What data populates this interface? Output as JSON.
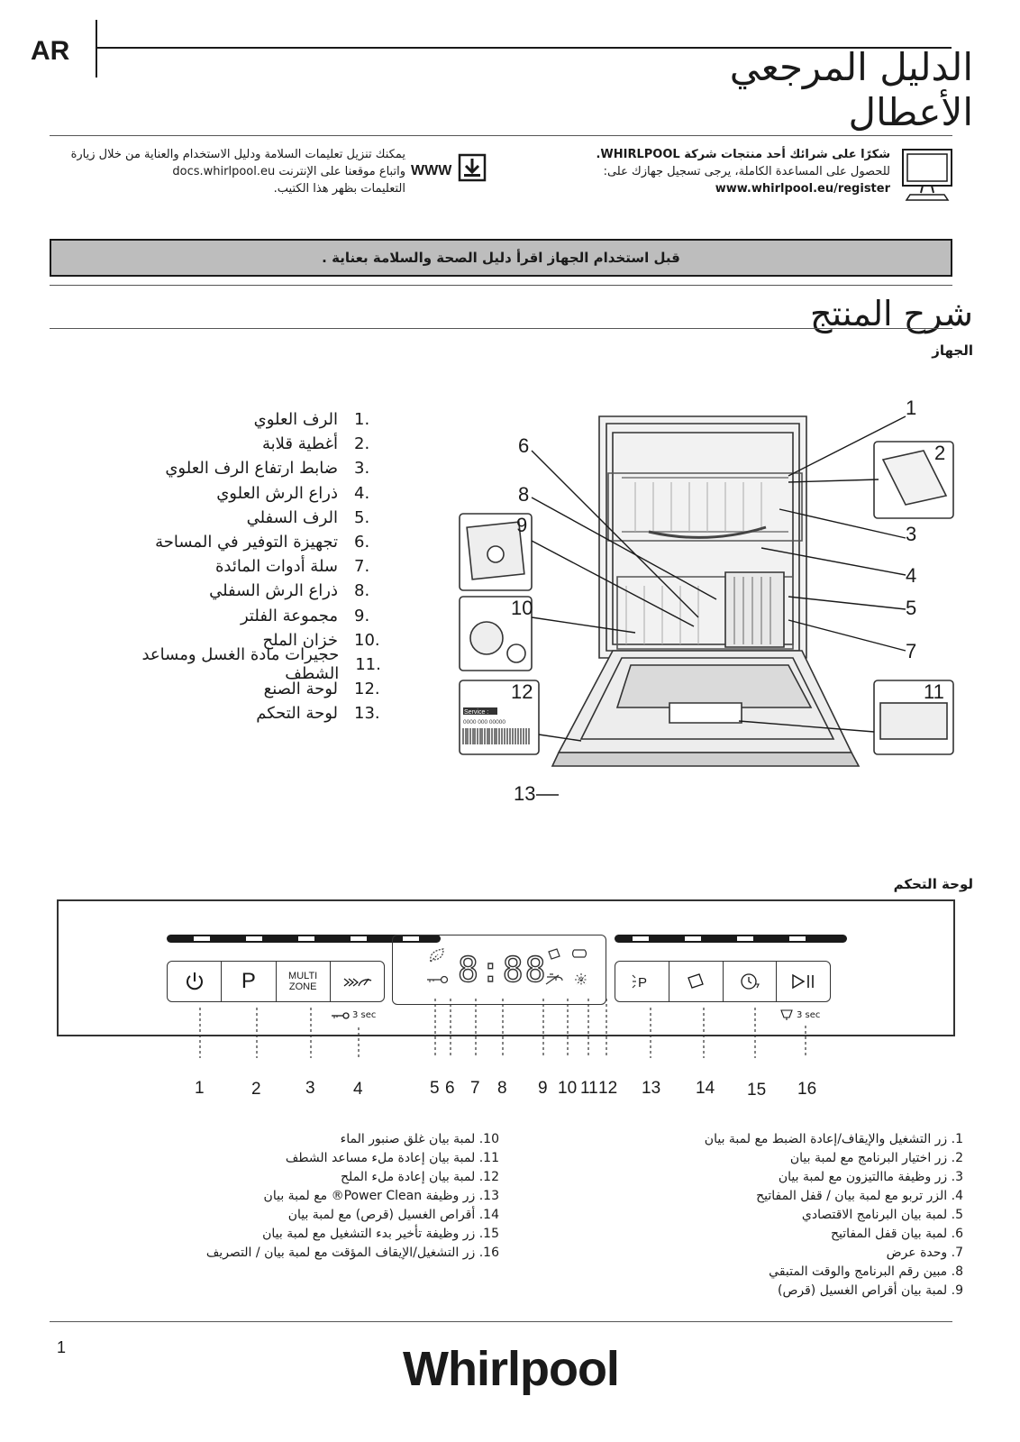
{
  "header": {
    "lang": "AR",
    "title_line1": "الدليل المرجعي",
    "title_line2": "الأعطال"
  },
  "info": {
    "left_line1": "يمكنك تنزيل تعليمات السلامة ودليل الاستخدام والعناية من خلال زيارة",
    "left_line2": "docs.whirlpool.eu واتباع موقعنا على الإنترنت",
    "left_line3": "التعليمات بظهر هذا الكتيب.",
    "www_label": "WWW",
    "right_line1": "شكرًا على شرائك أحد منتجات شركة WHIRLPOOL.",
    "right_line2": "للحصول على المساعدة الكاملة، يرجى تسجيل جهازك على:",
    "right_url": "www.whirlpool.eu/register"
  },
  "banner": "قبل استخدام الجهاز اقرأ دليل الصحة والسلامة بعناية .",
  "section_title": "شرح المنتج",
  "appliance_heading": "الجهاز",
  "parts": [
    {
      "num": "1.",
      "label": "الرف العلوي"
    },
    {
      "num": "2.",
      "label": "أغطية قلابة"
    },
    {
      "num": "3.",
      "label": "ضابط ارتفاع الرف العلوي"
    },
    {
      "num": "4.",
      "label": "ذراع الرش العلوي"
    },
    {
      "num": "5.",
      "label": "الرف السفلي"
    },
    {
      "num": "6.",
      "label": "تجهيزة التوفير في المساحة"
    },
    {
      "num": "7.",
      "label": "سلة أدوات المائدة"
    },
    {
      "num": "8.",
      "label": "ذراع الرش السفلي"
    },
    {
      "num": "9.",
      "label": "مجموعة الفلتر"
    },
    {
      "num": "10.",
      "label": "خزان الملح"
    },
    {
      "num": "11.",
      "label": "حجيرات مادة الغسل ومساعد الشطف"
    },
    {
      "num": "12.",
      "label": "لوحة الصنع"
    },
    {
      "num": "13.",
      "label": "لوحة التحكم"
    }
  ],
  "diagram": {
    "callouts": [
      "1",
      "2",
      "3",
      "4",
      "5",
      "6",
      "7",
      "8",
      "9",
      "10",
      "11",
      "12",
      "13"
    ],
    "service_label": "Service :",
    "service_number": "0000 000 00000"
  },
  "control_heading": "لوحة التحكم",
  "panel": {
    "p_label": "P",
    "multizone_l1": "MULTI",
    "multizone_l2": "ZONE",
    "display_digits": "8:88",
    "lock_3sec": "3 sec",
    "pause_3sec": "3 sec",
    "numbers": [
      "1",
      "2",
      "3",
      "4",
      "5",
      "6",
      "7",
      "8",
      "9",
      "10",
      "11",
      "12",
      "13",
      "14",
      "15",
      "16"
    ]
  },
  "legend_right": [
    "1. زر التشغيل والإيقاف/إعادة الضبط مع لمبة بيان",
    "2. زر اختيار البرنامج مع لمبة بيان",
    "3. زر وظيفة ماالتيزون مع لمبة بيان",
    "4. الزر تربو مع لمبة بيان / قفل المفاتيح",
    "5. لمبة بيان البرنامج الاقتصادي",
    "6. لمبة بيان قفل المفاتيح",
    "7. وحدة عرض",
    "8. مبين رقم البرنامج والوقت المتبقي",
    "9. لمبة بيان أقراص الغسيل (قرص)"
  ],
  "legend_left": [
    "10. لمبة بيان غلق صنبور الماء",
    "11. لمبة بيان إعادة ملء مساعد الشطف",
    "12. لمبة بيان إعادة ملء الملح",
    "13. زر وظيفة Power Clean® مع لمبة بيان",
    "14. أقراص الغسيل (قرص) مع لمبة بيان",
    "15. زر وظيفة تأخير بدء التشغيل مع لمبة بيان",
    "16. زر التشغيل/الإيقاف المؤقت مع لمبة بيان / التصريف"
  ],
  "footer": {
    "page": "1",
    "brand": "Whirlpool"
  }
}
